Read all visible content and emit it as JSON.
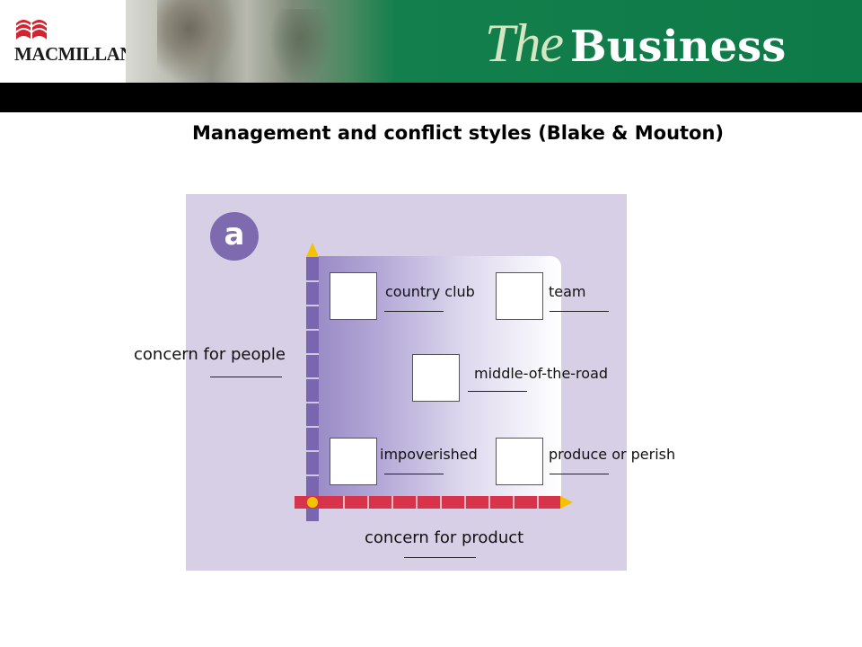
{
  "header": {
    "logo_text": "MACMILLAN",
    "brand_the": "The",
    "brand_business": "Business",
    "colors": {
      "green": "#137f4c",
      "black_bar": "#000000"
    }
  },
  "title": "Management and conflict styles (Blake & Mouton)",
  "diagram": {
    "badge": "a",
    "y_axis_label": "concern for people",
    "x_axis_label": "concern for product",
    "styles": {
      "country_club": "country club",
      "team": "team",
      "middle_of_the_road": "middle-of-the-road",
      "impoverished": "impoverished",
      "produce_or_perish": "produce or perish"
    },
    "colors": {
      "panel": "#d6cfe6",
      "vertical_axis": "#7a66b0",
      "horizontal_axis": "#d7334a",
      "arrows": "#f3c200",
      "badge": "#7e6aae"
    }
  }
}
